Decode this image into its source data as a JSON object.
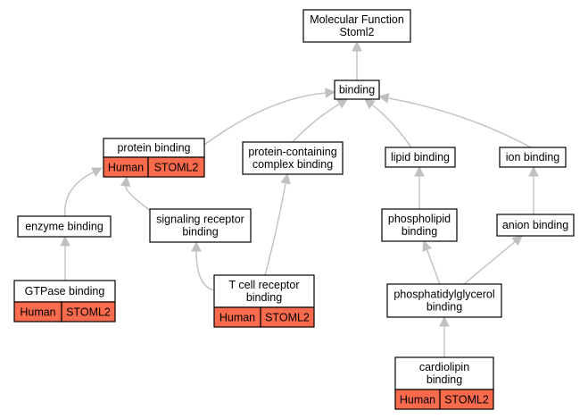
{
  "nodes": {
    "mf_root": {
      "lines": [
        "Molecular Function",
        "Stoml2"
      ]
    },
    "binding": {
      "lines": [
        "binding"
      ]
    },
    "protein_binding": {
      "lines": [
        "protein binding"
      ],
      "tag": [
        "Human",
        "STOML2"
      ]
    },
    "protein_complex_binding": {
      "lines": [
        "protein-containing",
        "complex binding"
      ]
    },
    "lipid_binding": {
      "lines": [
        "lipid binding"
      ]
    },
    "ion_binding": {
      "lines": [
        "ion binding"
      ]
    },
    "enzyme_binding": {
      "lines": [
        "enzyme binding"
      ]
    },
    "signaling_receptor_binding": {
      "lines": [
        "signaling receptor",
        "binding"
      ]
    },
    "phospholipid_binding": {
      "lines": [
        "phospholipid",
        "binding"
      ]
    },
    "anion_binding": {
      "lines": [
        "anion binding"
      ]
    },
    "gtpase_binding": {
      "lines": [
        "GTPase binding"
      ],
      "tag": [
        "Human",
        "STOML2"
      ]
    },
    "tcr_binding": {
      "lines": [
        "T cell receptor",
        "binding"
      ],
      "tag": [
        "Human",
        "STOML2"
      ]
    },
    "phosphatidylglycerol_binding": {
      "lines": [
        "phosphatidylglycerol",
        "binding"
      ]
    },
    "cardiolipin_binding": {
      "lines": [
        "cardiolipin",
        "binding"
      ],
      "tag": [
        "Human",
        "STOML2"
      ]
    }
  },
  "edges": [
    {
      "from": "binding",
      "to": "mf_root"
    },
    {
      "from": "protein_binding",
      "to": "binding"
    },
    {
      "from": "protein_complex_binding",
      "to": "binding"
    },
    {
      "from": "lipid_binding",
      "to": "binding"
    },
    {
      "from": "ion_binding",
      "to": "binding"
    },
    {
      "from": "enzyme_binding",
      "to": "protein_binding"
    },
    {
      "from": "signaling_receptor_binding",
      "to": "protein_binding"
    },
    {
      "from": "gtpase_binding",
      "to": "enzyme_binding"
    },
    {
      "from": "tcr_binding",
      "to": "signaling_receptor_binding"
    },
    {
      "from": "tcr_binding",
      "to": "protein_complex_binding"
    },
    {
      "from": "phospholipid_binding",
      "to": "lipid_binding"
    },
    {
      "from": "anion_binding",
      "to": "ion_binding"
    },
    {
      "from": "phosphatidylglycerol_binding",
      "to": "phospholipid_binding"
    },
    {
      "from": "phosphatidylglycerol_binding",
      "to": "anion_binding"
    },
    {
      "from": "cardiolipin_binding",
      "to": "phosphatidylglycerol_binding"
    }
  ],
  "colors": {
    "tag_fill": "#fa6b4d",
    "edge": "#c0c0c0",
    "box_stroke": "#000000"
  }
}
